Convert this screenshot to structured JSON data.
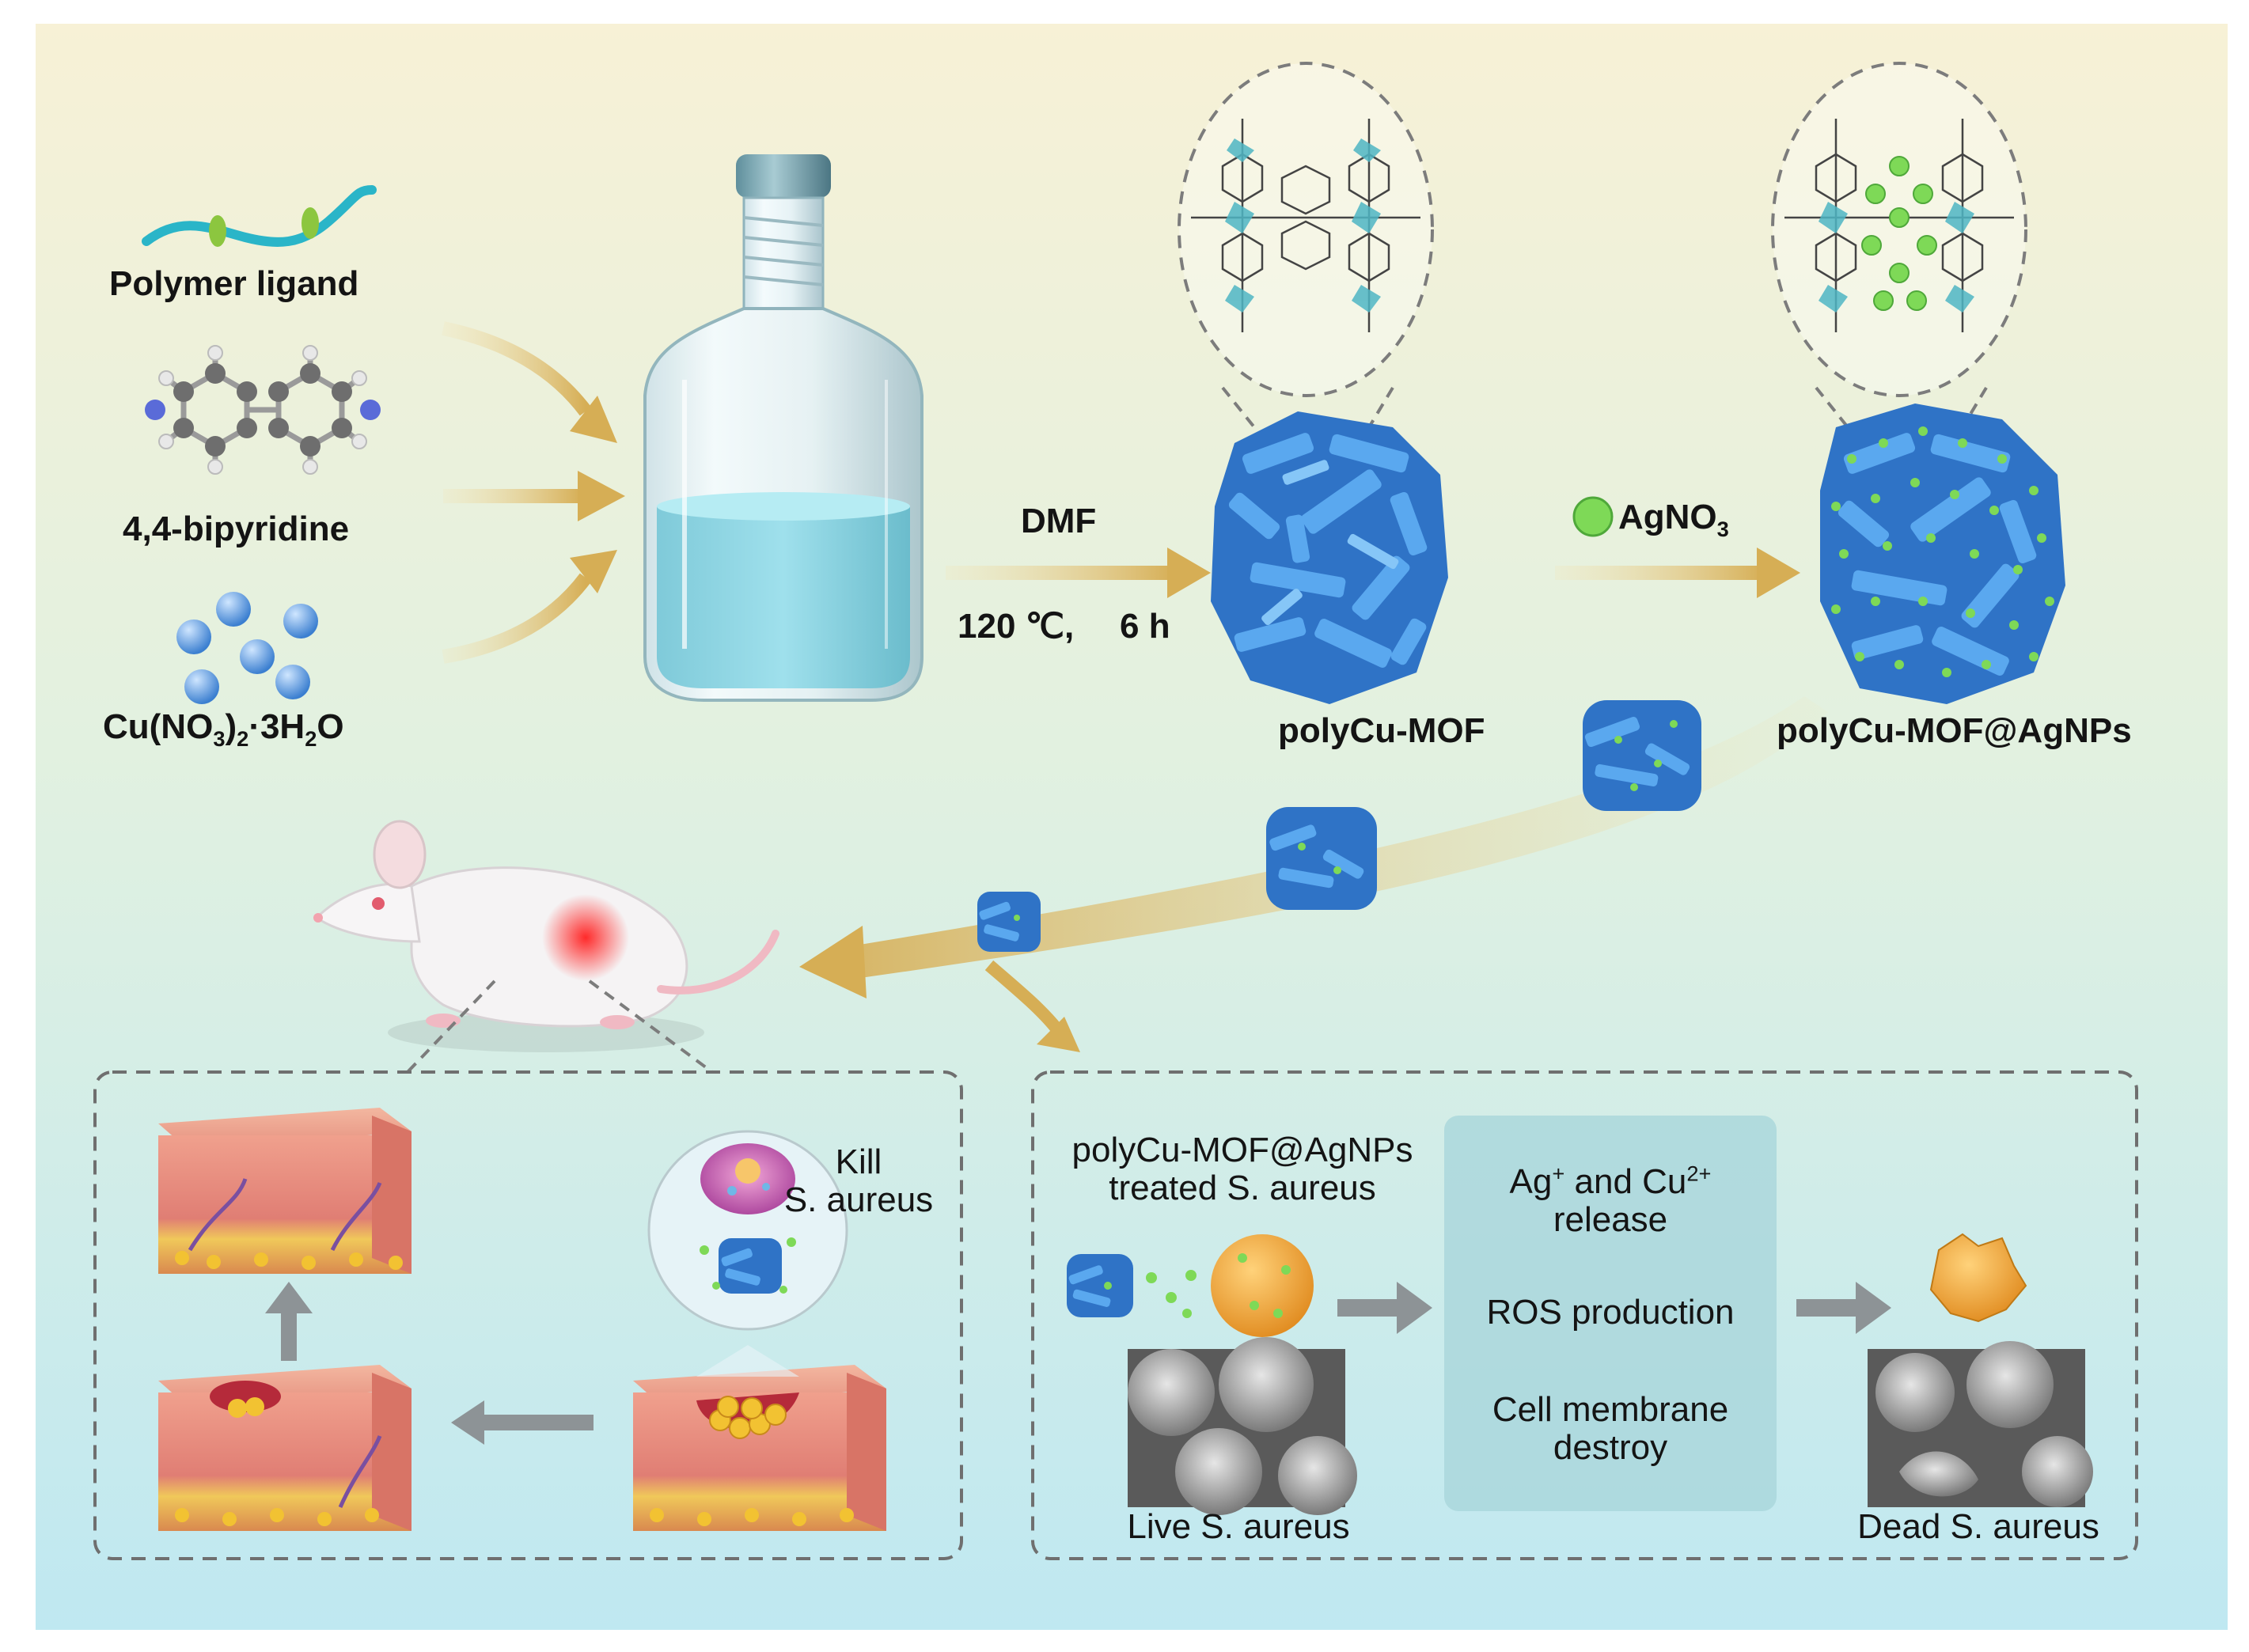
{
  "colors": {
    "background_top": "#f7f1d6",
    "background_bottom": "#bfe8f1",
    "arrow_gold": "#d9b561",
    "arrow_gray": "#8d9396",
    "mof_blue": "#3f8fd9",
    "ag_green": "#7ed957",
    "solution_cyan": "#8fd9e8",
    "ros_box": "#a9d6db"
  },
  "reagents": {
    "polymer": "Polymer ligand",
    "bipyridine": "4,4-bipyridine",
    "copper_main": "Cu(NO",
    "copper_sub1": "3",
    "copper_mid": ")",
    "copper_sub2": "2",
    "copper_tail": "·3H",
    "copper_sub3": "2",
    "copper_end": "O"
  },
  "synthesis": {
    "solvent": "DMF",
    "temperature": "120 ℃,",
    "time": "6 h"
  },
  "silver": {
    "reagent_main": "AgNO",
    "reagent_sub": "3"
  },
  "products": {
    "mof": "polyCu-MOF",
    "mof_ag": "polyCu-MOF@AgNPs"
  },
  "wound_panel": {
    "kill_line1": "Kill",
    "kill_line2": "S. aureus"
  },
  "mechanism_panel": {
    "treated_line1": "polyCu-MOF@AgNPs",
    "treated_line2": "treated S. aureus",
    "release_ag": "Ag",
    "release_ag_sup": "+",
    "release_and": " and Cu",
    "release_cu_sup": "2+",
    "release_line2": "release",
    "ros": "ROS production",
    "membrane_line1": "Cell membrane",
    "membrane_line2": "destroy",
    "live": "Live S. aureus",
    "dead": "Dead S. aureus"
  }
}
